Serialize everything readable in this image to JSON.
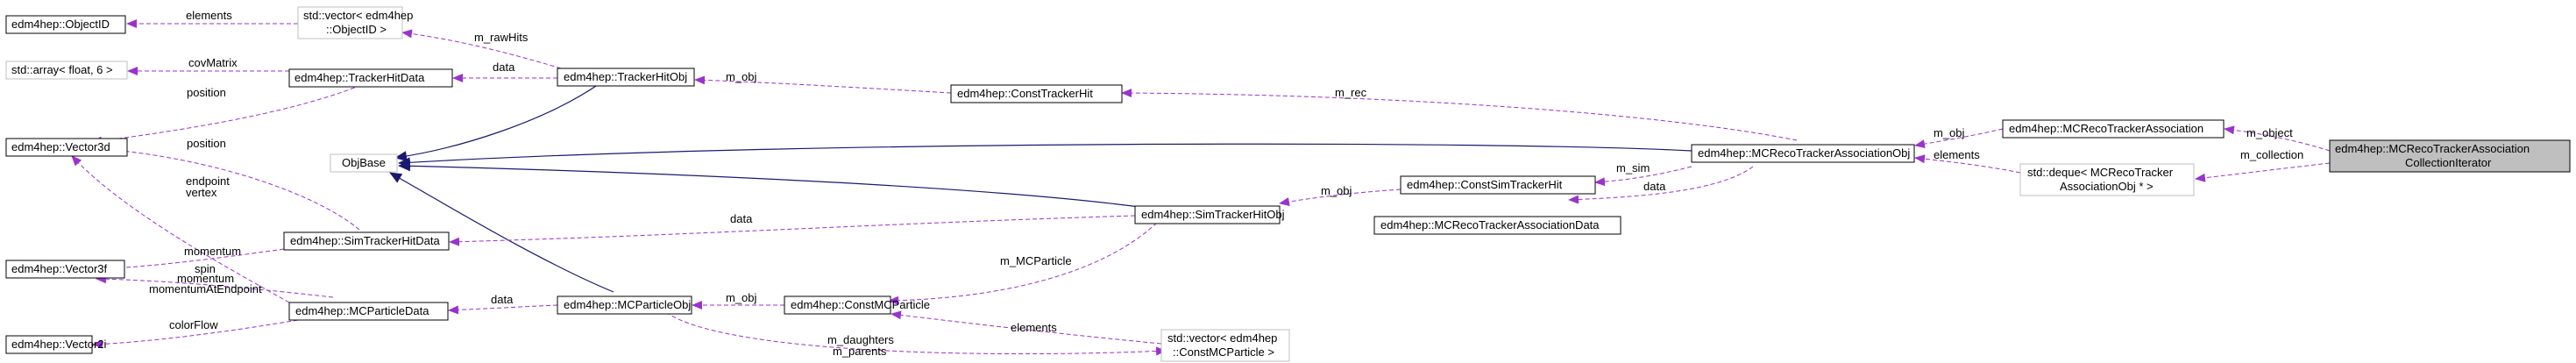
{
  "nodes": {
    "objectid": "edm4hep::ObjectID",
    "vector_objectid_1": "std::vector< edm4hep",
    "vector_objectid_2": "::ObjectID >",
    "array_float": "std::array< float, 6 >",
    "trackerhitdata": "edm4hep::TrackerHitData",
    "trackerhitobj": "edm4hep::TrackerHitObj",
    "consttrackerhit": "edm4hep::ConstTrackerHit",
    "vector3d": "edm4hep::Vector3d",
    "objbase": "ObjBase",
    "mcrecotrackerassociationobj": "edm4hep::MCRecoTrackerAssociationObj",
    "mcrecotrackerassociation": "edm4hep::MCRecoTrackerAssociation",
    "iterator_1": "edm4hep::MCRecoTrackerAssociation",
    "iterator_2": "CollectionIterator",
    "deque_1": "std::deque< MCRecoTracker",
    "deque_2": "AssociationObj * >",
    "constsimtrackerhit": "edm4hep::ConstSimTrackerHit",
    "mcrecotrackerassociationdata": "edm4hep::MCRecoTrackerAssociationData",
    "simtrackerhitobj": "edm4hep::SimTrackerHitObj",
    "simtrackerhitdata": "edm4hep::SimTrackerHitData",
    "vector3f": "edm4hep::Vector3f",
    "mcparticledata": "edm4hep::MCParticleData",
    "mcparticleobj": "edm4hep::MCParticleObj",
    "constmcparticle": "edm4hep::ConstMCParticle",
    "vector2i": "edm4hep::Vector2i",
    "vector_constmc_1": "std::vector< edm4hep",
    "vector_constmc_2": "::ConstMCParticle >"
  },
  "edge_labels": {
    "elements_objectid": "elements",
    "m_rawhits": "m_rawHits",
    "covmatrix": "covMatrix",
    "data_trackerhit": "data",
    "position_trackerhit": "position",
    "m_obj_trackerhit": "m_obj",
    "m_rec": "m_rec",
    "position_simhit": "position",
    "endpoint": "endpoint",
    "vertex": "vertex",
    "m_obj_assoc": "m_obj",
    "m_object": "m_object",
    "elements_deque": "elements",
    "m_collection": "m_collection",
    "m_sim": "m_sim",
    "m_obj_simhit": "m_obj",
    "data_assoc": "data",
    "data_simhit": "data",
    "momentum_simhit": "momentum",
    "m_mcparticle": "m_MCParticle",
    "spin": "spin",
    "momentum_mc": "momentum",
    "momentumatendpoint": "momentumAtEndpoint",
    "data_mc": "data",
    "m_obj_mc": "m_obj",
    "colorflow": "colorFlow",
    "elements_constmc": "elements",
    "m_daughters": "m_daughters",
    "m_parents": "m_parents"
  },
  "colors": {
    "member_edge": "#9a32cd",
    "inheritance_edge": "#191970",
    "focus_fill": "#bfbfbf",
    "template_border": "#bfbfbf"
  }
}
